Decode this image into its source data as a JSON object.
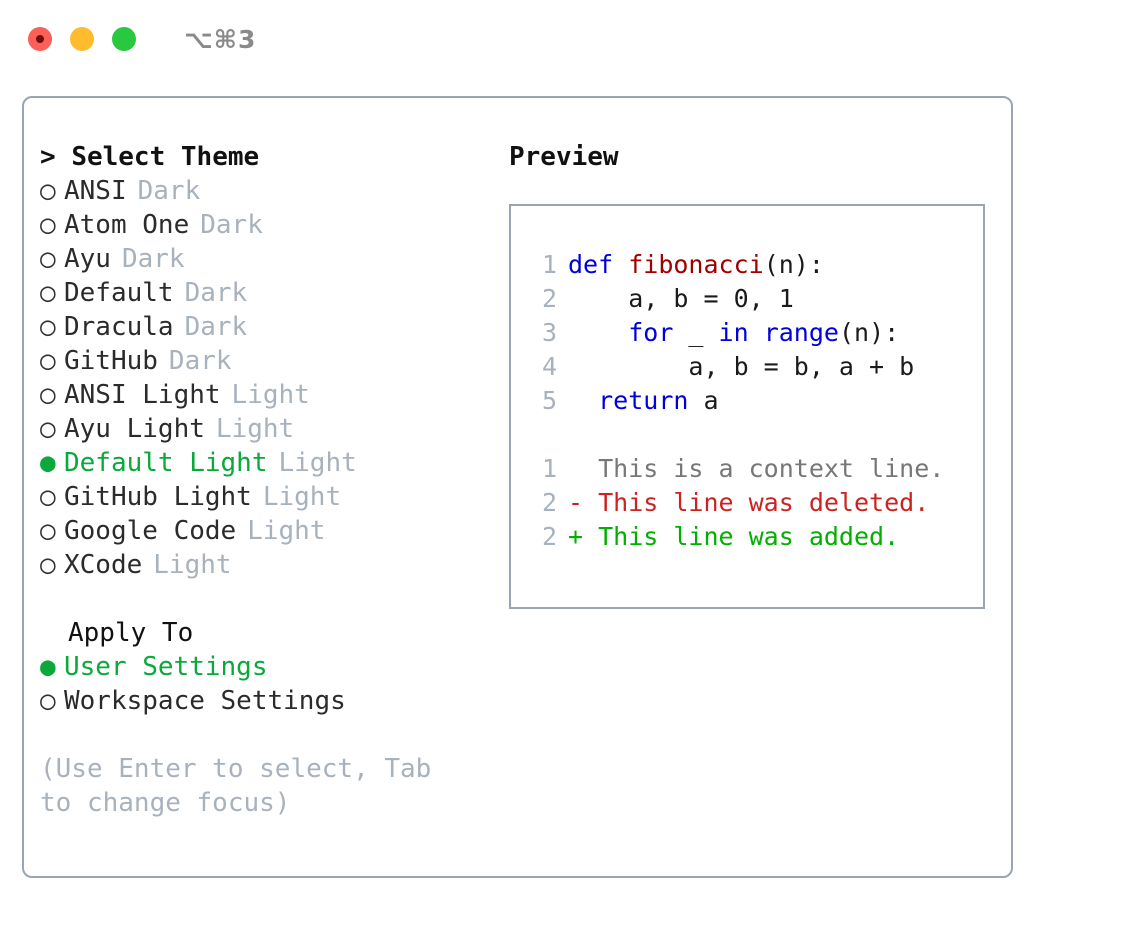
{
  "window": {
    "shortcut_label": "⌥⌘3",
    "traffic_lights": [
      {
        "name": "close-button",
        "color": "#fc5f57"
      },
      {
        "name": "minimize-button",
        "color": "#febc2e"
      },
      {
        "name": "maximize-button",
        "color": "#28c840"
      }
    ]
  },
  "theme_panel": {
    "header": "Select Theme",
    "caret": ">",
    "bullet_selected": "●",
    "bullet_unselected": "○",
    "items": [
      {
        "label": "ANSI",
        "tag": "Dark",
        "selected": false
      },
      {
        "label": "Atom One",
        "tag": "Dark",
        "selected": false
      },
      {
        "label": "Ayu",
        "tag": "Dark",
        "selected": false
      },
      {
        "label": "Default",
        "tag": "Dark",
        "selected": false
      },
      {
        "label": "Dracula",
        "tag": "Dark",
        "selected": false
      },
      {
        "label": "GitHub",
        "tag": "Dark",
        "selected": false
      },
      {
        "label": "ANSI Light",
        "tag": "Light",
        "selected": false
      },
      {
        "label": "Ayu Light",
        "tag": "Light",
        "selected": false
      },
      {
        "label": "Default Light",
        "tag": "Light",
        "selected": true
      },
      {
        "label": "GitHub Light",
        "tag": "Light",
        "selected": false
      },
      {
        "label": "Google Code",
        "tag": "Light",
        "selected": false
      },
      {
        "label": "XCode",
        "tag": "Light",
        "selected": false
      }
    ]
  },
  "apply_to": {
    "header": "Apply To",
    "items": [
      {
        "label": "User Settings",
        "selected": true
      },
      {
        "label": "Workspace Settings",
        "selected": false
      }
    ]
  },
  "hint": "(Use Enter to select, Tab to change focus)",
  "preview": {
    "title": "Preview",
    "code_lines": [
      {
        "no": "1",
        "tokens": [
          {
            "t": "def ",
            "c": "kw"
          },
          {
            "t": "fibonacci",
            "c": "fn"
          },
          {
            "t": "(n):",
            "c": "plain"
          }
        ]
      },
      {
        "no": "2",
        "tokens": [
          {
            "t": "    a, b = 0, 1",
            "c": "plain"
          }
        ]
      },
      {
        "no": "3",
        "tokens": [
          {
            "t": "    ",
            "c": "plain"
          },
          {
            "t": "for",
            "c": "kw"
          },
          {
            "t": " _ ",
            "c": "plain"
          },
          {
            "t": "in",
            "c": "kw"
          },
          {
            "t": " ",
            "c": "plain"
          },
          {
            "t": "range",
            "c": "kw"
          },
          {
            "t": "(n):",
            "c": "plain"
          }
        ]
      },
      {
        "no": "4",
        "tokens": [
          {
            "t": "        a, b = b, a + b",
            "c": "plain"
          }
        ]
      },
      {
        "no": "5",
        "tokens": [
          {
            "t": "  ",
            "c": "plain"
          },
          {
            "t": "return",
            "c": "kw"
          },
          {
            "t": " a",
            "c": "plain"
          }
        ]
      }
    ],
    "diff_lines": [
      {
        "no": "1",
        "marker": " ",
        "text": " This is a context line.",
        "kind": "ctx"
      },
      {
        "no": "2",
        "marker": "-",
        "text": " This line was deleted.",
        "kind": "del"
      },
      {
        "no": "2",
        "marker": "+",
        "text": " This line was added.",
        "kind": "add"
      }
    ]
  },
  "colors": {
    "accent_green": "#0ba83c",
    "muted": "#a8b2bd",
    "border": "#9aa5b1",
    "keyword": "#0000dd",
    "function": "#a00000",
    "diff_delete": "#cc2222",
    "diff_add": "#00b000"
  }
}
